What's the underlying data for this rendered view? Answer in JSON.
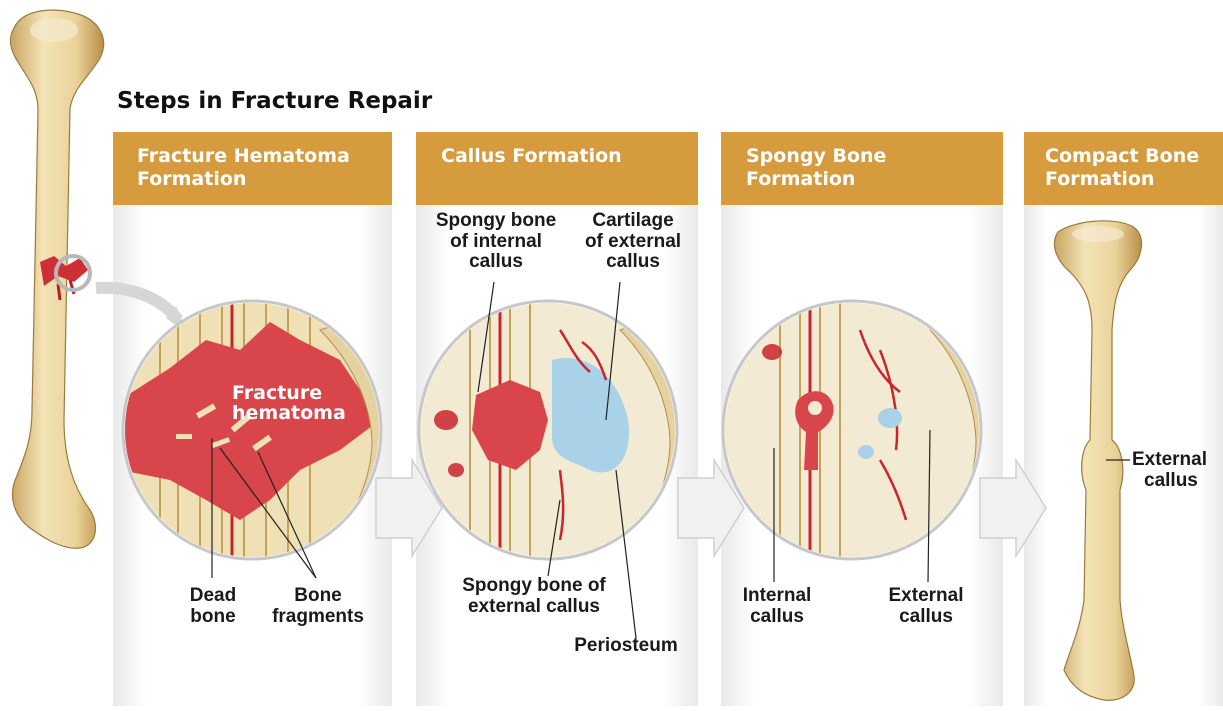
{
  "title": "Steps in Fracture Repair",
  "colors": {
    "header": "#d59b3d",
    "bone": "#ecd9a6",
    "bone_shadow": "#c9a86a",
    "hematoma": "#d8454b",
    "vessel": "#c8252d",
    "cartilage": "#a9d1e8",
    "callus_bg": "#f3ead4",
    "arrow": "#e5e5e5"
  },
  "steps": [
    {
      "title_line1": "Fracture Hematoma",
      "title_line2": "Formation",
      "labels": {
        "hematoma_line1": "Fracture",
        "hematoma_line2": "hematoma",
        "dead_line1": "Dead",
        "dead_line2": "bone",
        "frag_line1": "Bone",
        "frag_line2": "fragments"
      }
    },
    {
      "title_line1": "Callus Formation",
      "title_line2": "",
      "labels": {
        "internal_line1": "Spongy bone",
        "internal_line2": "of internal",
        "internal_line3": "callus",
        "cartilage_line1": "Cartilage",
        "cartilage_line2": "of external",
        "cartilage_line3": "callus",
        "external_line1": "Spongy bone of",
        "external_line2": "external callus",
        "periosteum": "Periosteum"
      }
    },
    {
      "title_line1": "Spongy Bone",
      "title_line2": "Formation",
      "labels": {
        "internal_line1": "Internal",
        "internal_line2": "callus",
        "external_line1": "External",
        "external_line2": "callus"
      }
    },
    {
      "title_line1": "Compact Bone",
      "title_line2": "Formation",
      "labels": {
        "external_line1": "External",
        "external_line2": "callus"
      }
    }
  ]
}
